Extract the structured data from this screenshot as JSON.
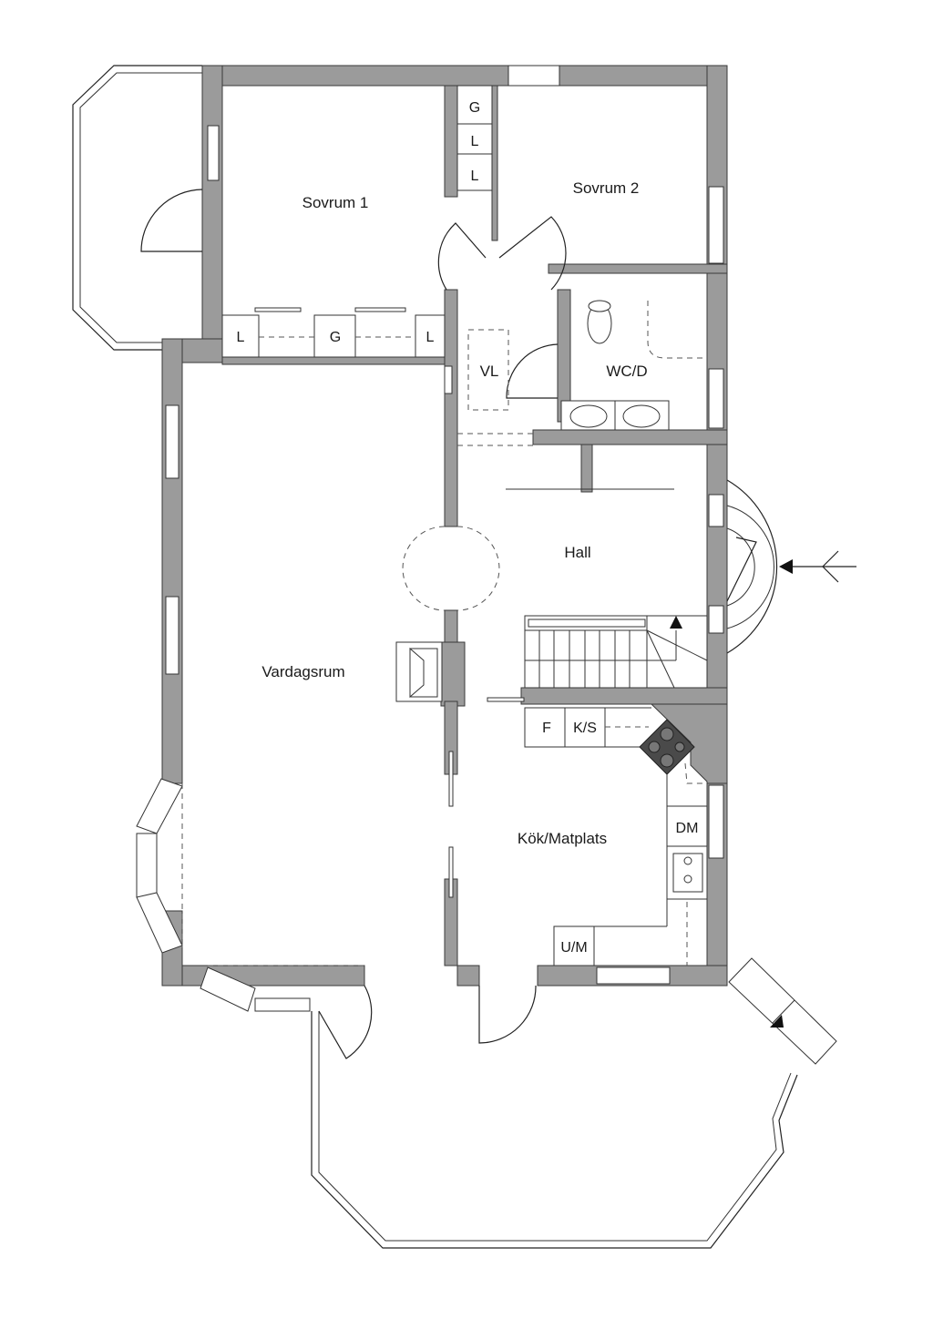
{
  "rooms": {
    "sovrum1": "Sovrum 1",
    "sovrum2": "Sovrum 2",
    "wc": "WC/D",
    "vl": "VL",
    "hall": "Hall",
    "vardagsrum": "Vardagsrum",
    "kok": "Kök/Matplats"
  },
  "fixtures": {
    "closet_g": "G",
    "closet_l": "L",
    "fridge": "F",
    "fridge_freezer": "K/S",
    "dishwasher": "DM",
    "oven_micro": "U/M"
  },
  "colors": {
    "wall": "#9b9b9b",
    "stove": "#4a4a4a"
  }
}
